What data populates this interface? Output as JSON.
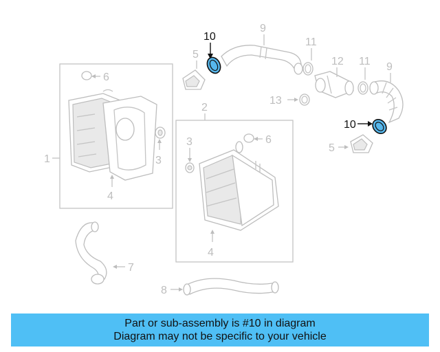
{
  "callouts": {
    "c1": "1",
    "c2": "2",
    "c3a": "3",
    "c3b": "3",
    "c4a": "4",
    "c4b": "4",
    "c5a": "5",
    "c5b": "5",
    "c6a": "6",
    "c6b": "6",
    "c7": "7",
    "c8": "8",
    "c9a": "9",
    "c9b": "9",
    "c10a": "10",
    "c10b": "10",
    "c11a": "11",
    "c11b": "11",
    "c12": "12",
    "c13": "13"
  },
  "colors": {
    "highlight_part": "#56b7ec",
    "banner_background": "#4fbff5",
    "line_gray": "#c4c4c4"
  },
  "banner": {
    "line1": "Part or sub-assembly is #10 in diagram",
    "line2": "Diagram may not be specific to your vehicle"
  }
}
